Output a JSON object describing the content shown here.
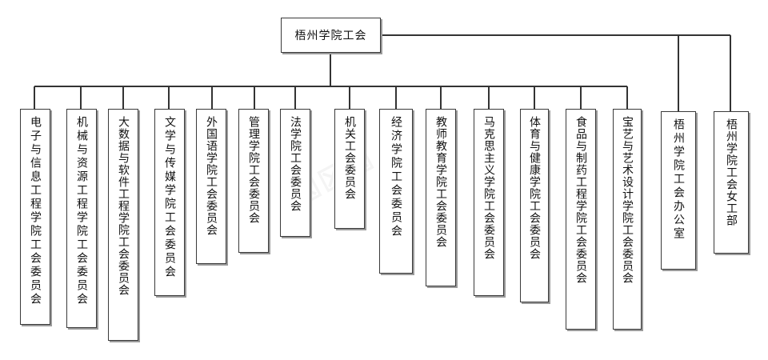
{
  "org_chart": {
    "root": "梧州学院工会",
    "children": [
      "电子与信息工程学院工会委员会",
      "机械与资源工程学院工会委员会",
      "大数据与软件工程学院工会委员会",
      "文学与传媒学院工会委员会",
      "外国语学院工会委员会",
      "管理学院工会委员会",
      "法学院工会委员会",
      "机关工会委员会",
      "经济学院工会委员会",
      "教师教育学院工会委员会",
      "马克思主义学院工会委员会",
      "体育与健康学院工会委员会",
      "食品与制药工程学院工会委员会",
      "宝艺与艺术设计学院工会委员会"
    ],
    "side_units": [
      "梧州学院工会办公室",
      "梧州学院工会女工部"
    ]
  }
}
